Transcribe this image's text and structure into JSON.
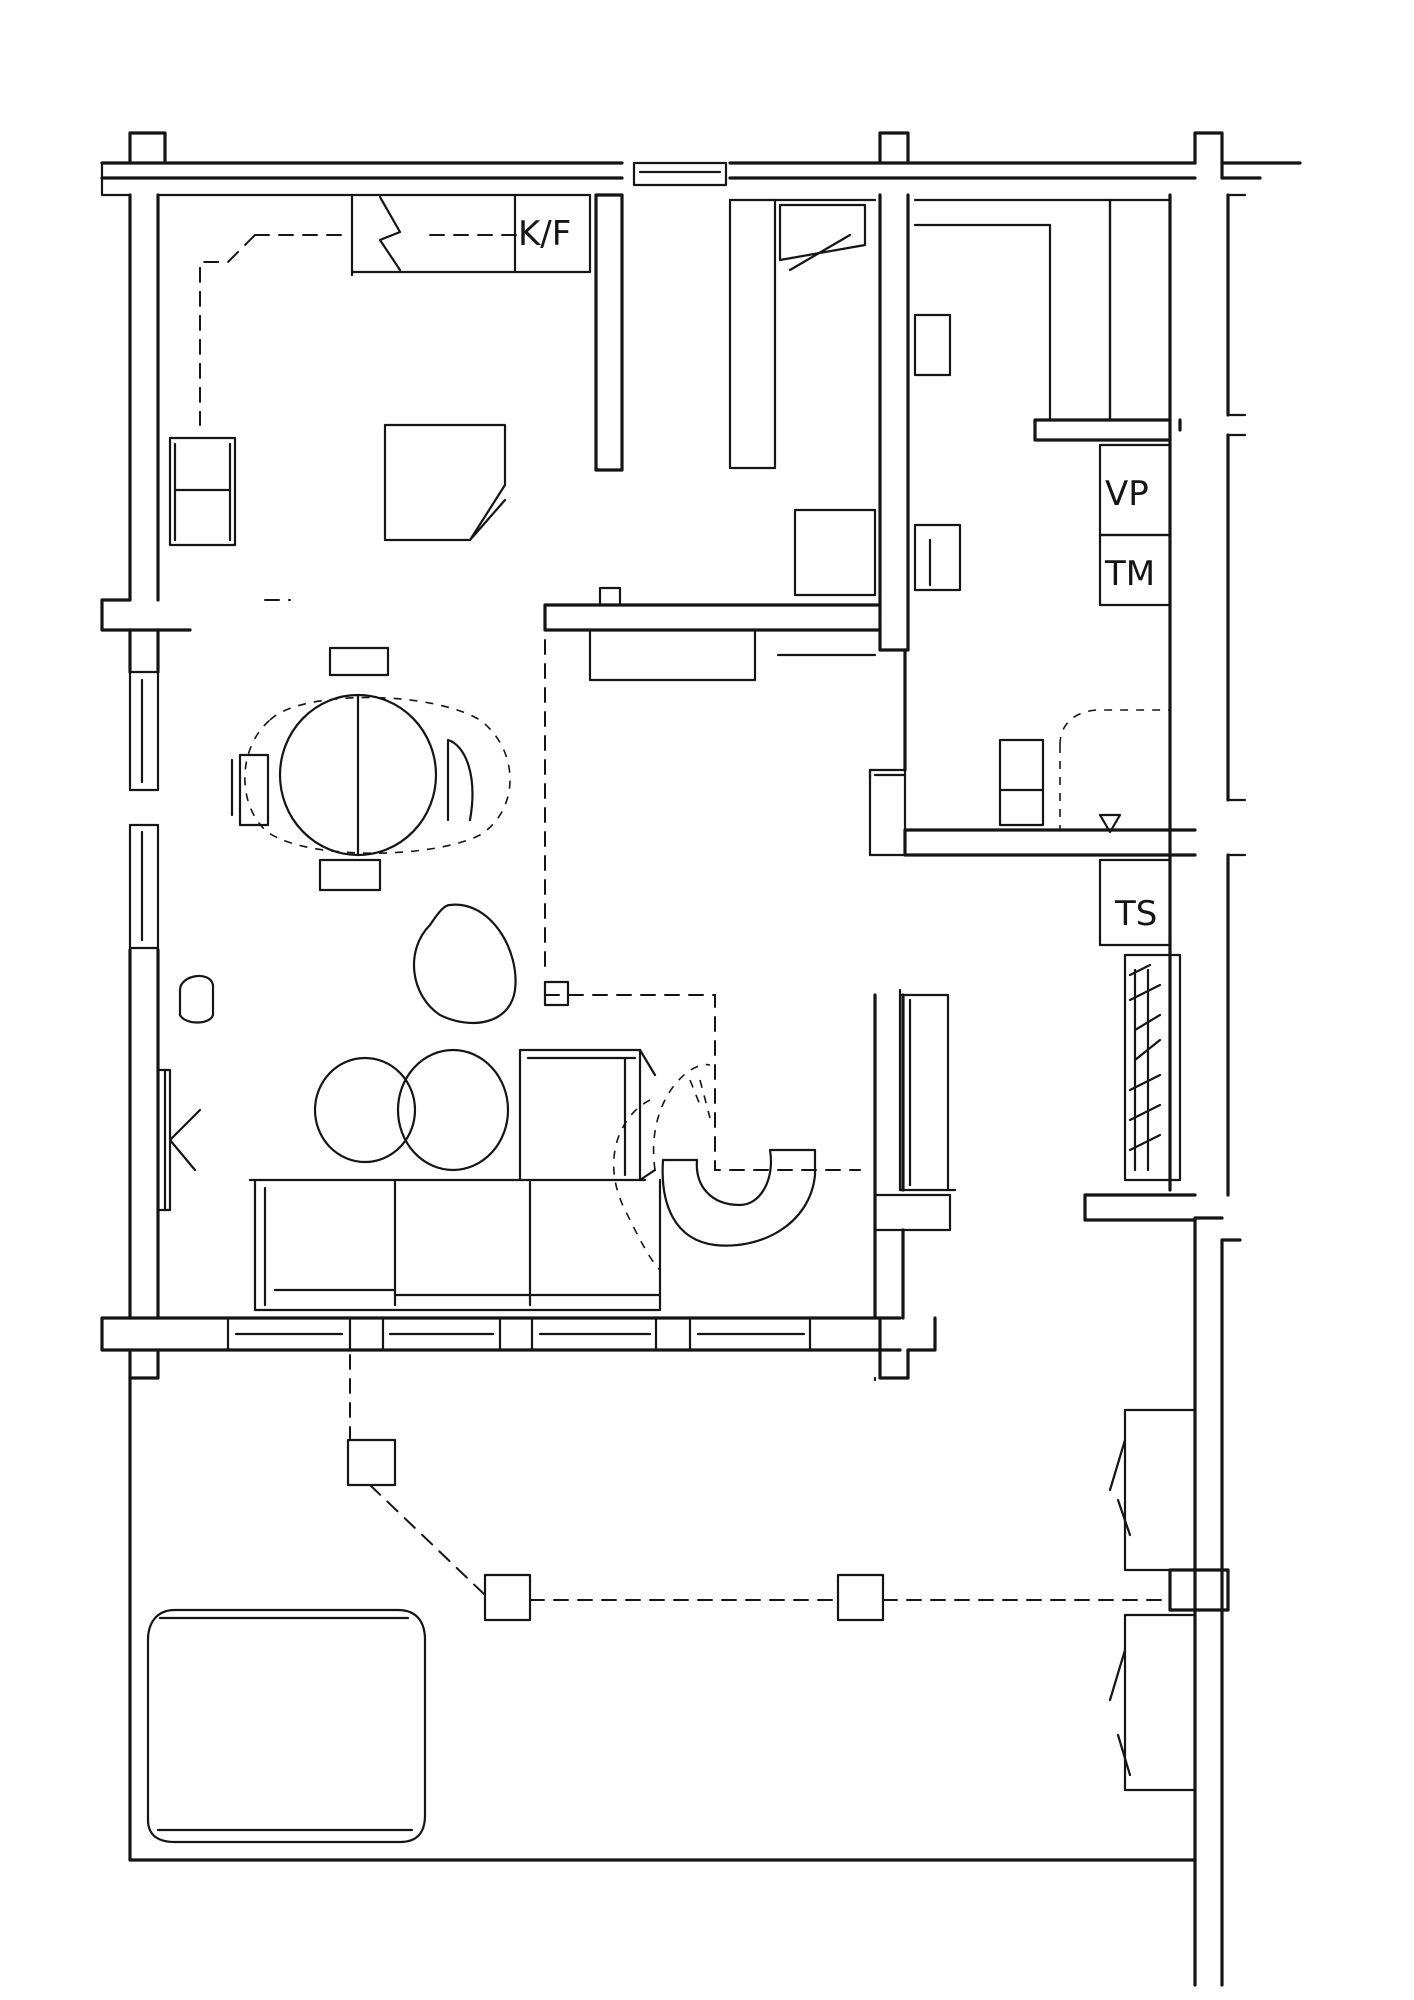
{
  "plan": {
    "labels": {
      "fridge": "K/F",
      "washer": "TM",
      "dishwasher_vp": "VP",
      "dryer": "TS"
    }
  }
}
